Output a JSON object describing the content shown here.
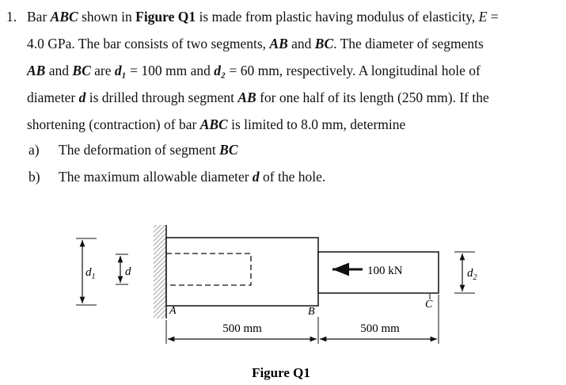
{
  "problem": {
    "number": "1.",
    "lines": [
      [
        "Bar ",
        {
          "b": "ABC"
        },
        " shown in ",
        {
          "bn": "Figure Q1"
        },
        " is made from plastic having modulus of elasticity, ",
        {
          "i": "E"
        },
        " ="
      ],
      [
        "4.0 GPa. The bar consists of two segments, ",
        {
          "b": "AB"
        },
        " and ",
        {
          "b": "BC"
        },
        ". The diameter of segments"
      ],
      [
        {
          "b": "AB"
        },
        " and ",
        {
          "b": "BC"
        },
        " are ",
        {
          "b": "d₁"
        },
        " = 100 mm and ",
        {
          "b": "d₂"
        },
        " = 60 mm, respectively. A longitudinal hole of"
      ],
      [
        "diameter ",
        {
          "b": "d"
        },
        " is drilled through segment ",
        {
          "b": "AB"
        },
        " for one half of its length (250 mm). If the"
      ],
      [
        "shortening (contraction) of bar ",
        {
          "b": "ABC"
        },
        " is limited to 8.0 mm, determine"
      ]
    ],
    "subparts": [
      {
        "label": "a)",
        "text": [
          "The deformation of segment ",
          {
            "b": "BC"
          }
        ]
      },
      {
        "label": "b)",
        "text": [
          "The maximum allowable diameter ",
          {
            "b": "d"
          },
          " of the hole."
        ]
      }
    ]
  },
  "figure": {
    "caption": "Figure Q1",
    "load_label": "100 kN",
    "point_a": "A",
    "point_b": "B",
    "point_c": "C",
    "dim_ab": "500 mm",
    "dim_bc": "500 mm",
    "d1_label": "d",
    "d1_sub": "1",
    "d_label": "d",
    "d2_label": "d",
    "d2_sub": "2"
  }
}
